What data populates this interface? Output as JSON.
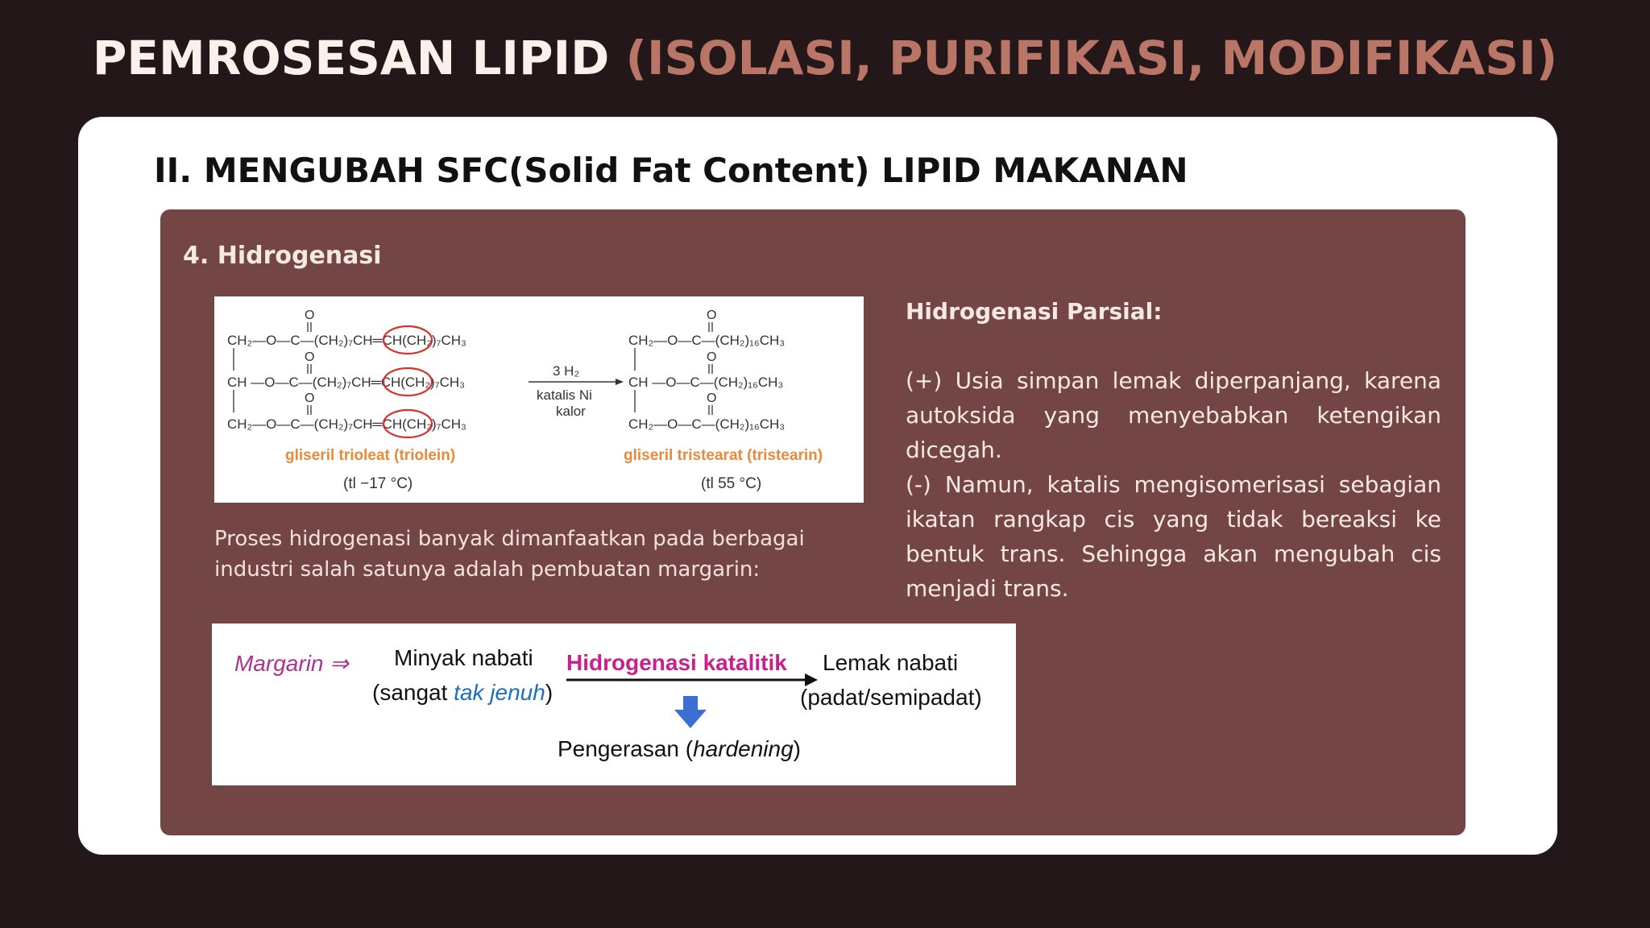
{
  "title": {
    "part1": "PEMROSESAN LIPID",
    "part2": "(ISOLASI, PURIFIKASI, MODIFIKASI)"
  },
  "section": {
    "heading": "II. MENGUBAH SFC(Solid Fat Content) LIPID MAKANAN"
  },
  "panel": {
    "subheading": "4. Hidrogenasi",
    "caption": "Proses hidrogenasi banyak dimanfaatkan pada berbagai industri salah satunya adalah pembuatan margarin:",
    "partial": {
      "heading": "Hidrogenasi Parsial:",
      "plus": "(+) Usia simpan lemak diperpanjang, karena autoksida yang menyebabkan ketengikan dicegah.",
      "minus": "(-) Namun, katalis mengisomerisasi sebagian ikatan rangkap cis yang tidak bereaksi ke bentuk trans. Sehingga akan mengubah cis menjadi trans."
    }
  },
  "reaction": {
    "o": "O",
    "left_row1": "CH₂—O—C—(CH₂)₇CH═CH(CH₂)₇CH₃",
    "left_row2": "CH —O—C—(CH₂)₇CH═CH(CH₂)₇CH₃",
    "left_row3": "CH₂—O—C—(CH₂)₇CH═CH(CH₂)₇CH₃",
    "reagent": "3 H₂",
    "catalyst": "katalis Ni",
    "heat": "kalor",
    "right_row1": "CH₂—O—C—(CH₂)₁₆CH₃",
    "right_row2": "CH —O—C—(CH₂)₁₆CH₃",
    "right_row3": "CH₂—O—C—(CH₂)₁₆CH₃",
    "left_name": "gliseril trioleat (triolein)",
    "left_mp": "(tl −17 °C)",
    "right_name": "gliseril tristearat (tristearin)",
    "right_mp": "(tl 55 °C)"
  },
  "margarin": {
    "label": "Margarin ⇒",
    "start_line1": "Minyak nabati",
    "start_line2_a": "(sangat ",
    "start_line2_b": "tak jenuh",
    "start_line2_c": ")",
    "process": "Hidrogenasi katalitik",
    "end_line1": "Lemak nabati",
    "end_line2": "(padat/semipadat)",
    "result_a": "Pengerasan (",
    "result_b": "hardening",
    "result_c": ")"
  },
  "colors": {
    "background": "#24171a",
    "title_accent": "#b97565",
    "panel": "#734645",
    "margarin_magenta": "#b0308f",
    "process_magenta": "#c8208c",
    "tak_jenuh_blue": "#1a6fc0",
    "arrow_blue": "#3b6fd4",
    "circle_red": "#d9302a",
    "name_orange": "#e98a3a"
  }
}
